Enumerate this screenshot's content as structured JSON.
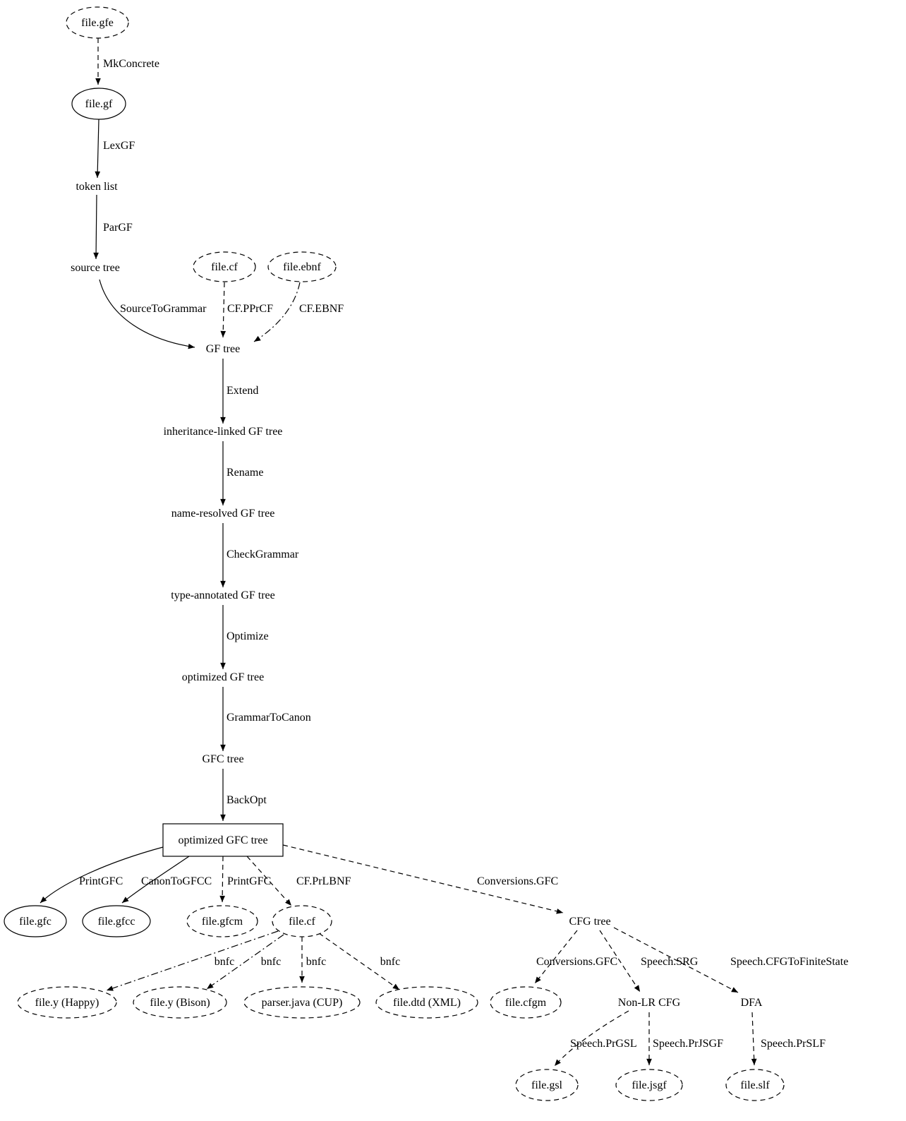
{
  "diagram": {
    "title": "GF compiler pipeline flow graph",
    "colors": {
      "stroke": "#000000",
      "background": "#ffffff"
    },
    "nodes": {
      "file_gfe": {
        "label": "file.gfe"
      },
      "file_gf": {
        "label": "file.gf"
      },
      "token_list": {
        "label": "token list"
      },
      "source_tree": {
        "label": "source tree"
      },
      "file_cf_in": {
        "label": "file.cf"
      },
      "file_ebnf": {
        "label": "file.ebnf"
      },
      "gf_tree": {
        "label": "GF tree"
      },
      "inh_gf_tree": {
        "label": "inheritance-linked GF tree"
      },
      "name_gf_tree": {
        "label": "name-resolved GF tree"
      },
      "type_gf_tree": {
        "label": "type-annotated GF tree"
      },
      "opt_gf_tree": {
        "label": "optimized GF tree"
      },
      "gfc_tree": {
        "label": "GFC tree"
      },
      "opt_gfc_tree": {
        "label": "optimized GFC tree"
      },
      "file_gfc": {
        "label": "file.gfc"
      },
      "file_gfcc": {
        "label": "file.gfcc"
      },
      "file_gfcm": {
        "label": "file.gfcm"
      },
      "file_cf_out": {
        "label": "file.cf"
      },
      "cfg_tree": {
        "label": "CFG tree"
      },
      "file_y_happy": {
        "label": "file.y (Happy)"
      },
      "file_y_bison": {
        "label": "file.y (Bison)"
      },
      "parser_java_cup": {
        "label": "parser.java (CUP)"
      },
      "file_dtd_xml": {
        "label": "file.dtd (XML)"
      },
      "file_cfgm": {
        "label": "file.cfgm"
      },
      "non_lr_cfg": {
        "label": "Non-LR CFG"
      },
      "dfa": {
        "label": "DFA"
      },
      "file_gsl": {
        "label": "file.gsl"
      },
      "file_jsgf": {
        "label": "file.jsgf"
      },
      "file_slf": {
        "label": "file.slf"
      }
    },
    "edges": {
      "mkconcrete": {
        "label": "MkConcrete"
      },
      "lexgf": {
        "label": "LexGF"
      },
      "pargf": {
        "label": "ParGF"
      },
      "source_to_grammar": {
        "label": "SourceToGrammar"
      },
      "cf_pprcf": {
        "label": "CF.PPrCF"
      },
      "cf_ebnf": {
        "label": "CF.EBNF"
      },
      "extend": {
        "label": "Extend"
      },
      "rename": {
        "label": "Rename"
      },
      "check_grammar": {
        "label": "CheckGrammar"
      },
      "optimize": {
        "label": "Optimize"
      },
      "grammar_to_canon": {
        "label": "GrammarToCanon"
      },
      "backopt": {
        "label": "BackOpt"
      },
      "printgfc_gfc": {
        "label": "PrintGFC"
      },
      "canon_to_gfcc": {
        "label": "CanonToGFCC"
      },
      "printgfc_gfcm": {
        "label": "PrintGFC"
      },
      "cf_prlbnf": {
        "label": "CF.PrLBNF"
      },
      "conversions_gfc_cfg": {
        "label": "Conversions.GFC"
      },
      "bnfc_happy": {
        "label": "bnfc"
      },
      "bnfc_bison": {
        "label": "bnfc"
      },
      "bnfc_cup": {
        "label": "bnfc"
      },
      "bnfc_xml": {
        "label": "bnfc"
      },
      "conversions_gfc_cfgm": {
        "label": "Conversions.GFC"
      },
      "speech_srg": {
        "label": "Speech.SRG"
      },
      "speech_cfg_to_finite_state": {
        "label": "Speech.CFGToFiniteState"
      },
      "speech_prgsl": {
        "label": "Speech.PrGSL"
      },
      "speech_prjsgf": {
        "label": "Speech.PrJSGF"
      },
      "speech_prslf": {
        "label": "Speech.PrSLF"
      }
    }
  }
}
